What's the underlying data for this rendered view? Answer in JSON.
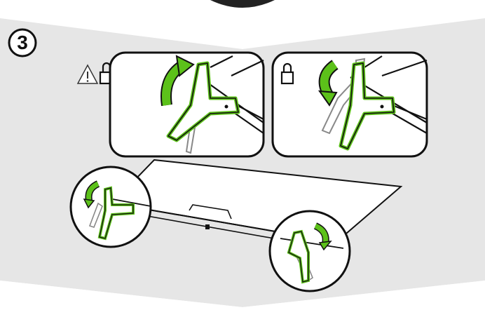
{
  "step": {
    "number": "3"
  },
  "icons": {
    "warning": "warning-triangle-icon",
    "unlock": "unlocked-padlock-icon",
    "lock": "locked-padlock-icon"
  },
  "colors": {
    "background_band": "#e6e6e6",
    "accent_green": "#5cc11a",
    "line": "#111111",
    "panel_fill": "#ffffff",
    "arrow_green": "#5cc11a"
  },
  "panels": [
    {
      "id": "unlock",
      "lock_state": "unlocked",
      "rotation": "clockwise"
    },
    {
      "id": "lock",
      "lock_state": "locked",
      "rotation": "counter-clockwise"
    }
  ]
}
